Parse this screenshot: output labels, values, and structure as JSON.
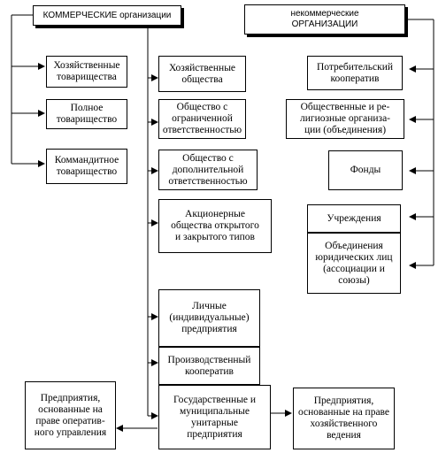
{
  "headers": {
    "commercial": "КОММЕРЧЕСКИЕ организации",
    "noncommercial": "некоммерческие\nОРГАНИЗАЦИИ"
  },
  "left_column": [
    "Хозяйственные\nтоварищества",
    "Полное\nтоварищество",
    "Коммандитное\nтоварищество"
  ],
  "center_column": [
    "Хозяйственные\nобщества",
    "Общество с\nограниченной\nответственностью",
    "Общество с\nдополнительной\nответственностью",
    "Акционерные\nобщества открытого\nи закрытого типов"
  ],
  "right_column": [
    "Потребительский\nкооператив",
    "Общественные и ре-\nлигиозные организа-\nции (объединения)",
    "Фонды",
    "Учреждения",
    "Объединения\nюридических лиц\n(ассоциации и\nсоюзы)"
  ],
  "bottom_stack": [
    "Личные\n(индивидуальные)\nпредприятия",
    "Производственный\nкооператив",
    "Государственные и\nмуниципальные\nунитарные\nпредприятия"
  ],
  "bottom_left": "Предприятия,\nоснованные на\nправе оператив-\nного управления",
  "bottom_right": "Предприятия,\nоснованные на праве\nхозяйственного\nведения"
}
